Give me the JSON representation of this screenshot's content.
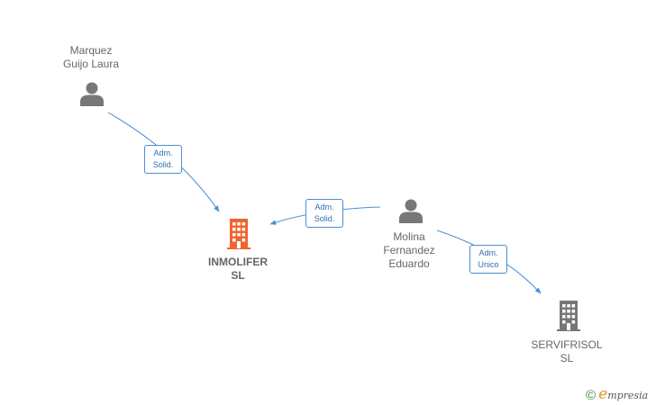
{
  "nodes": {
    "marquez": {
      "lines": [
        "Marquez",
        "Guijo Laura"
      ],
      "type": "person",
      "icon": "person-icon"
    },
    "molina": {
      "lines": [
        "Molina",
        "Fernandez",
        "Eduardo"
      ],
      "type": "person",
      "icon": "person-icon"
    },
    "inmolifer": {
      "lines": [
        "INMOLIFER",
        "SL"
      ],
      "type": "company",
      "icon": "building-icon",
      "highlighted": true
    },
    "servifrisol": {
      "lines": [
        "SERVIFRISOL",
        "SL"
      ],
      "type": "company",
      "icon": "building-icon"
    }
  },
  "edges": {
    "marquez_inmolifer": {
      "lines": [
        "Adm.",
        "Solid."
      ]
    },
    "molina_inmolifer": {
      "lines": [
        "Adm.",
        "Solid."
      ]
    },
    "molina_servifrisol": {
      "lines": [
        "Adm.",
        "Unico"
      ]
    }
  },
  "brand": {
    "copyright": "©",
    "e": "e",
    "rest": "mpresia"
  },
  "colors": {
    "edge": "#4a8fd4",
    "person": "#777777",
    "company": "#777777",
    "highlight": "#f0642e",
    "text": "#666666"
  }
}
